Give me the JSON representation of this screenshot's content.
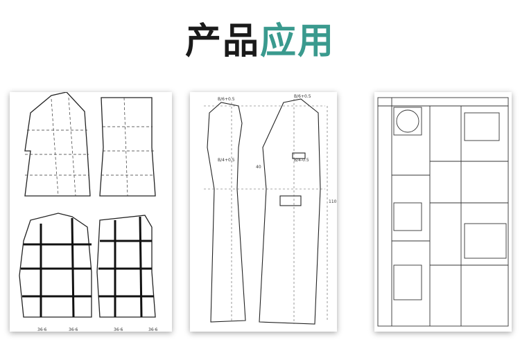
{
  "heading": {
    "part1": "产品",
    "part2": "应用"
  },
  "colors": {
    "heading_dark": "#1a1a1a",
    "heading_accent": "#3a9a8e"
  },
  "images": [
    {
      "name": "jacket-pattern-drawing"
    },
    {
      "name": "coat-pattern-drawing"
    },
    {
      "name": "technical-blueprint-drawing"
    }
  ]
}
